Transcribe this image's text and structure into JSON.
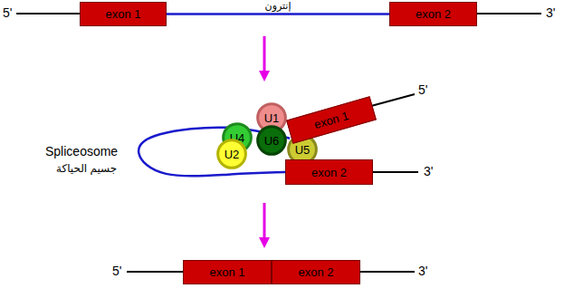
{
  "diagram": {
    "nodes": [
      {
        "text": [
          "exon 1"
        ]
      },
      {
        "text": [
          "exon 2"
        ]
      },
      {
        "text": [
          "U1"
        ]
      },
      {
        "text": [
          "U4"
        ]
      },
      {
        "text": [
          "U6"
        ]
      },
      {
        "text": [
          "U2"
        ]
      },
      {
        "text": [
          "U5"
        ]
      },
      {
        "text": [
          "exon 1"
        ]
      },
      {
        "text": [
          "exon 2"
        ]
      },
      {
        "text": [
          "exon 1"
        ]
      },
      {
        "text": [
          "exon 2"
        ]
      }
    ],
    "edges": [
      {
        "from": 0,
        "to": 1,
        "arrow": "none",
        "label": "إنترون"
      },
      {
        "from": 7,
        "to": 8,
        "arrow": "none"
      }
    ],
    "labels": [
      "5'",
      "3'",
      "5'",
      "Spliceosome",
      "جسيم الحياكة",
      "3'",
      "5'",
      "3'"
    ]
  }
}
